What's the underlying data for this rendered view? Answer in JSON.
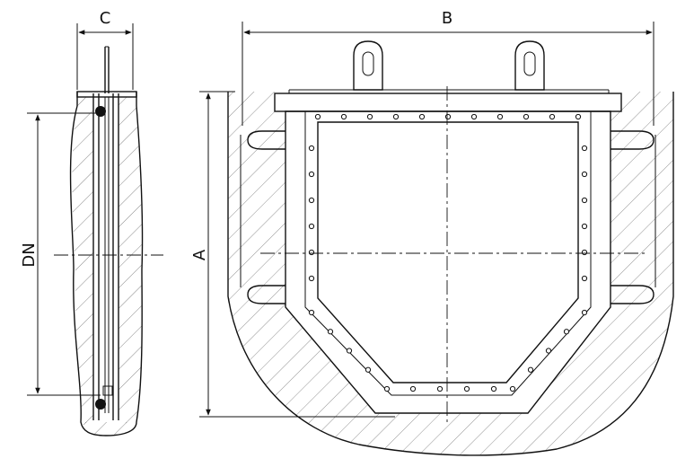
{
  "drawing": {
    "labels": {
      "C": "C",
      "B": "B",
      "DN": "DN",
      "A": "A"
    }
  }
}
